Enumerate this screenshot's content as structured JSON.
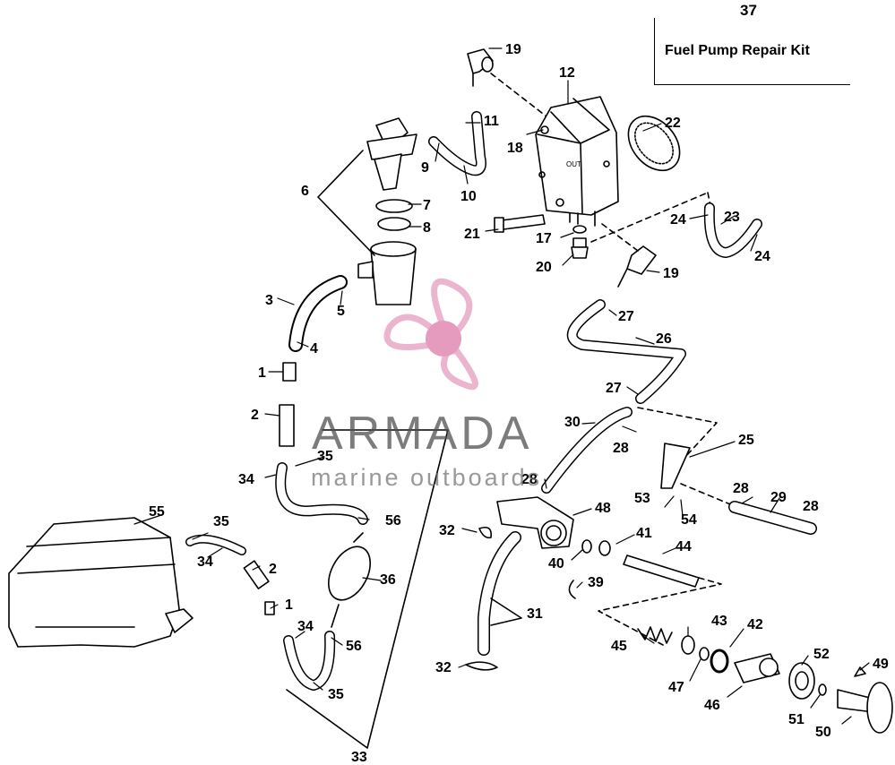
{
  "kit": {
    "number": "37",
    "label": "Fuel Pump Repair Kit"
  },
  "watermark": {
    "brand": "ARMADA",
    "tagline": "marine outboards"
  },
  "callouts": {
    "c1a": "1",
    "c1b": "1",
    "c2a": "2",
    "c2b": "2",
    "c3": "3",
    "c4": "4",
    "c5": "5",
    "c6": "6",
    "c7": "7",
    "c8": "8",
    "c9": "9",
    "c10": "10",
    "c11": "11",
    "c12": "12",
    "c17": "17",
    "c18": "18",
    "c19a": "19",
    "c19b": "19",
    "c20": "20",
    "c21": "21",
    "c22": "22",
    "c23": "23",
    "c24a": "24",
    "c24b": "24",
    "c25": "25",
    "c26": "26",
    "c27a": "27",
    "c27b": "27",
    "c28a": "28",
    "c28b": "28",
    "c28c": "28",
    "c28d": "28",
    "c29": "29",
    "c30": "30",
    "c31": "31",
    "c32a": "32",
    "c32b": "32",
    "c33": "33",
    "c34a": "34",
    "c34b": "34",
    "c34c": "34",
    "c35a": "35",
    "c35b": "35",
    "c35c": "35",
    "c36": "36",
    "c39": "39",
    "c40": "40",
    "c41": "41",
    "c42": "42",
    "c43": "43",
    "c44": "44",
    "c45": "45",
    "c46": "46",
    "c47": "47",
    "c48": "48",
    "c49": "49",
    "c50": "50",
    "c51": "51",
    "c52": "52",
    "c53": "53",
    "c54": "54",
    "c55": "55",
    "c56a": "56",
    "c56b": "56"
  },
  "colors": {
    "line": "#000000",
    "watermark_pink": "#e8a9c8",
    "watermark_dot": "#e08ab3"
  }
}
